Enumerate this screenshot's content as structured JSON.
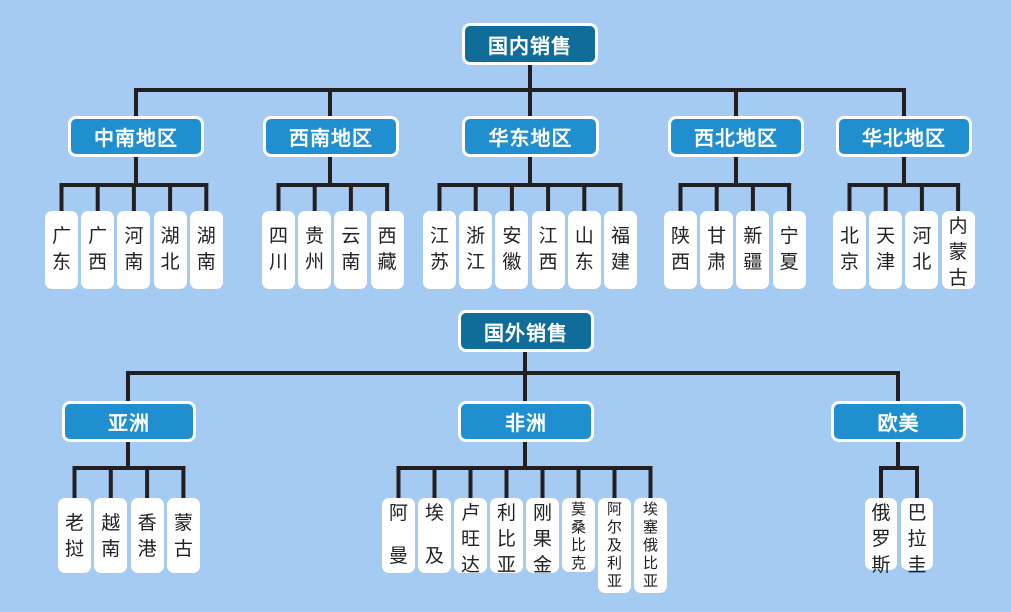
{
  "colors": {
    "background": "#a6cbf2",
    "root_fill": "#106d99",
    "region_fill": "#1f8fcf",
    "leaf_fill": "#ffffff",
    "connector": "#231f20"
  },
  "domestic": {
    "title": "国内销售",
    "regions": [
      {
        "name": "中南地区",
        "items": [
          "广东",
          "广西",
          "河南",
          "湖北",
          "湖南"
        ]
      },
      {
        "name": "西南地区",
        "items": [
          "四川",
          "贵州",
          "云南",
          "西藏"
        ]
      },
      {
        "name": "华东地区",
        "items": [
          "江苏",
          "浙江",
          "安徽",
          "江西",
          "山东",
          "福建"
        ]
      },
      {
        "name": "西北地区",
        "items": [
          "陕西",
          "甘肃",
          "新疆",
          "宁夏"
        ]
      },
      {
        "name": "华北地区",
        "items": [
          "北京",
          "天津",
          "河北",
          "内蒙古"
        ]
      }
    ]
  },
  "foreign": {
    "title": "国外销售",
    "regions": [
      {
        "name": "亚洲",
        "items": [
          "老挝",
          "越南",
          "香港",
          "蒙古"
        ]
      },
      {
        "name": "非洲",
        "items": [
          "阿曼",
          "埃及",
          "卢旺达",
          "利比亚",
          "刚果金",
          "莫桑比克",
          "阿尔及利亚",
          "埃塞俄比亚"
        ]
      },
      {
        "name": "欧美",
        "items": [
          "俄罗斯",
          "巴拉圭"
        ]
      }
    ]
  }
}
